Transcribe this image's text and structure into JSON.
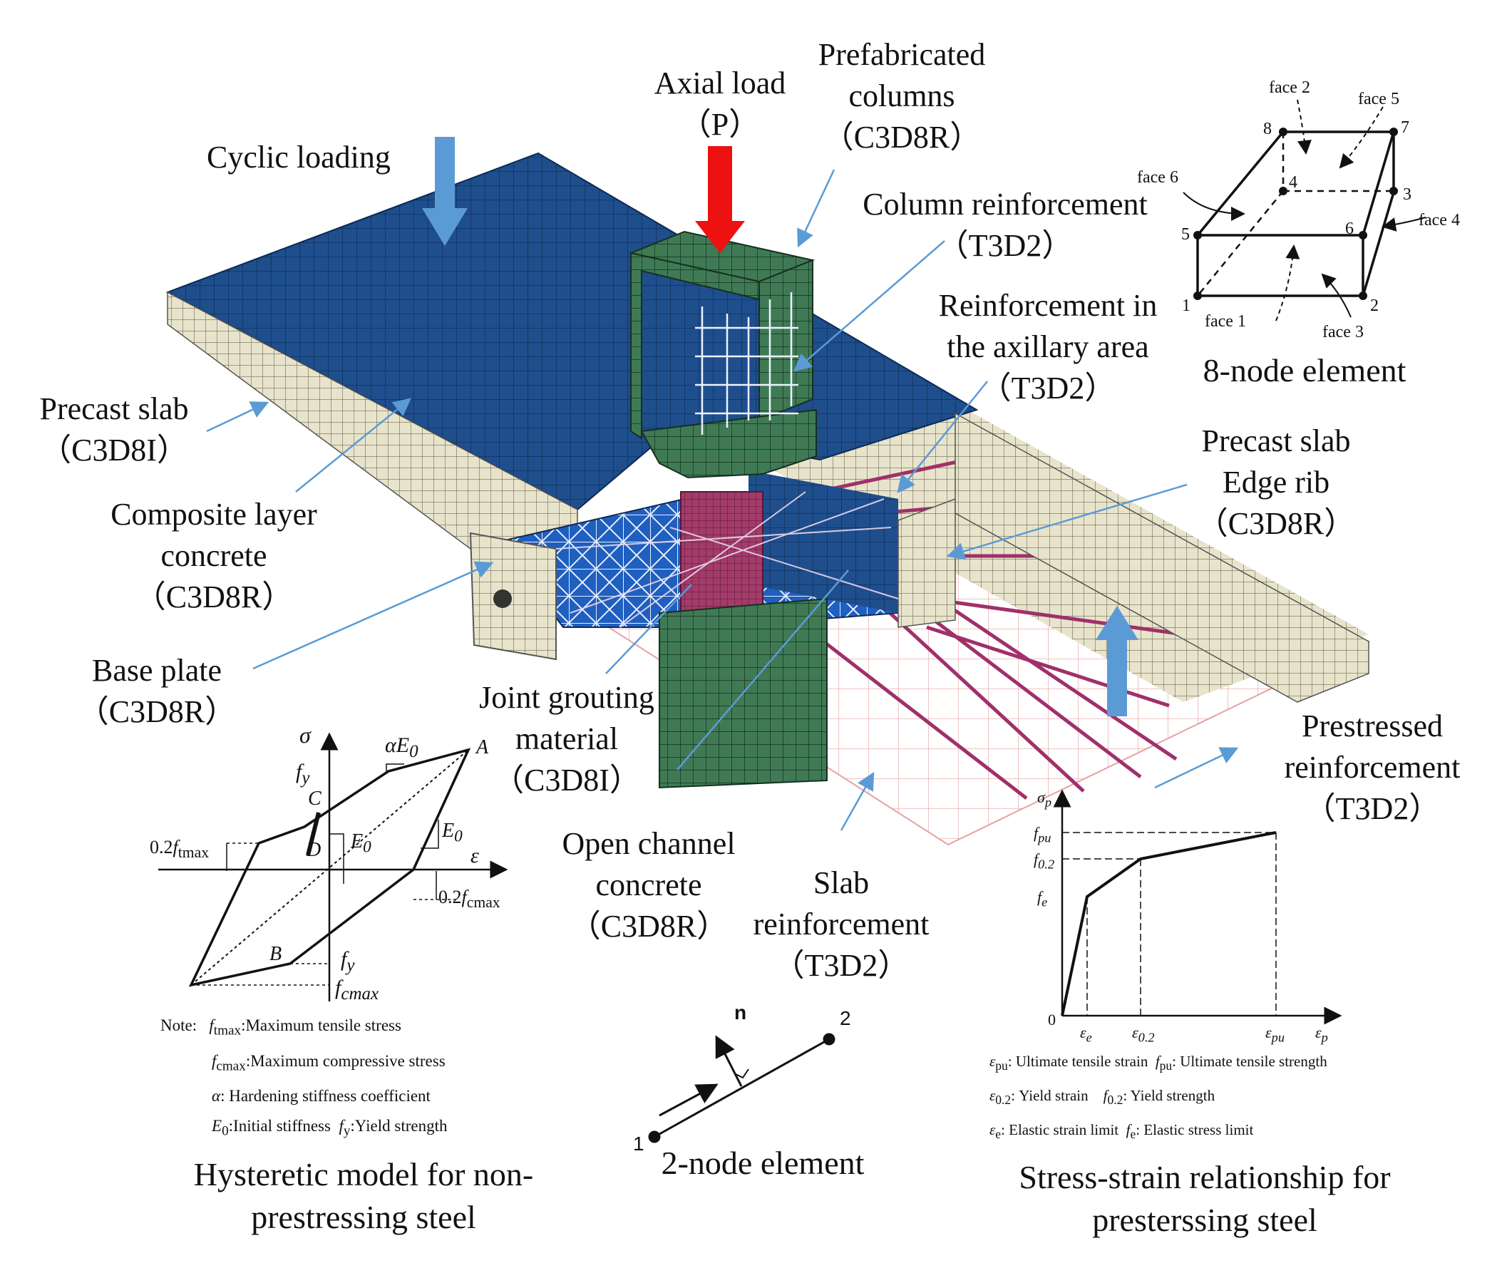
{
  "labels": {
    "cyclic_loading": "Cyclic  loading",
    "axial_load_1": "Axial load",
    "axial_load_2": "（P）",
    "prefab_cols_1": "Prefabricated",
    "prefab_cols_2": "columns",
    "prefab_cols_3": "（C3D8R）",
    "col_reinf_1": "Column reinforcement",
    "col_reinf_2": "（T3D2）",
    "axillary_1": "Reinforcement  in",
    "axillary_2": "the axillary  area",
    "axillary_3": "（T3D2）",
    "precast_slab_1": "Precast slab",
    "precast_slab_2": "（C3D8I）",
    "composite_1": "Composite  layer",
    "composite_2": "concrete",
    "composite_3": "（C3D8R）",
    "base_plate_1": "Base plate",
    "base_plate_2": "（C3D8R）",
    "edge_rib_1": "Precast slab",
    "edge_rib_2": "Edge rib",
    "edge_rib_3": "（C3D8R）",
    "joint_grout_1": "Joint grouting",
    "joint_grout_2": "material",
    "joint_grout_3": "（C3D8I）",
    "open_channel_1": "Open channel",
    "open_channel_2": "concrete",
    "open_channel_3": "（C3D8R）",
    "slab_reinf_1": "Slab",
    "slab_reinf_2": "reinforcement",
    "slab_reinf_3": "（T3D2）",
    "prestressed_1": "Prestressed",
    "prestressed_2": "reinforcement",
    "prestressed_3": "（T3D2）"
  },
  "eight_node": {
    "caption": "8-node element",
    "faces": [
      "face 1",
      "face 2",
      "face 3",
      "face 4",
      "face 5",
      "face 6"
    ],
    "nodes": [
      "1",
      "2",
      "3",
      "4",
      "5",
      "6",
      "7",
      "8"
    ]
  },
  "two_node": {
    "caption": "2-node element",
    "n": "n",
    "node1": "1",
    "node2": "2"
  },
  "hysteretic": {
    "sigma": "σ",
    "epsilon": "ε",
    "alphaE0": "αE",
    "sub0": "0",
    "fy": "f",
    "suby": "y",
    "C": "C",
    "D": "D",
    "A": "A",
    "B": "B",
    "E0": "E",
    "pt2": "0.2",
    "ftmax": "f",
    "subtmax": "tmax",
    "subcmax": "cmax",
    "note_label": "Note:",
    "notes": [
      ":Maximum tensile stress",
      ":Maximum compressive stress",
      ":  Hardening stiffness coefficient",
      ":Initial stiffness",
      ":Yield strength"
    ],
    "alpha": "α",
    "caption_1": "Hysteretic  model  for  non-",
    "caption_2": "prestressing  steel"
  },
  "prestress_curve": {
    "sigma_p": "σ",
    "sub_p": "p",
    "origin": "0",
    "f_pu": "f",
    "f_02": "f",
    "f_e": "f",
    "sub_pu": "pu",
    "sub_02": "0.2",
    "sub_e": "e",
    "eps": "ε",
    "notes": [
      ": Ultimate tensile strain",
      ": Ultimate tensile strength",
      ": Yield strain",
      ": Yield strength",
      ": Elastic strain limit",
      ": Elastic stress limit"
    ],
    "caption_1": "Stress-strain  relationship  for",
    "caption_2": "presterssing  steel"
  },
  "colors": {
    "slab_top": "#1f4e8c",
    "slab_side": "#e8e4cc",
    "column": "#3f7a55",
    "joint": "#a23c6a",
    "arrow_blue": "#5b9bd5",
    "arrow_red": "#ee1111",
    "leader": "#5b9bd5"
  }
}
